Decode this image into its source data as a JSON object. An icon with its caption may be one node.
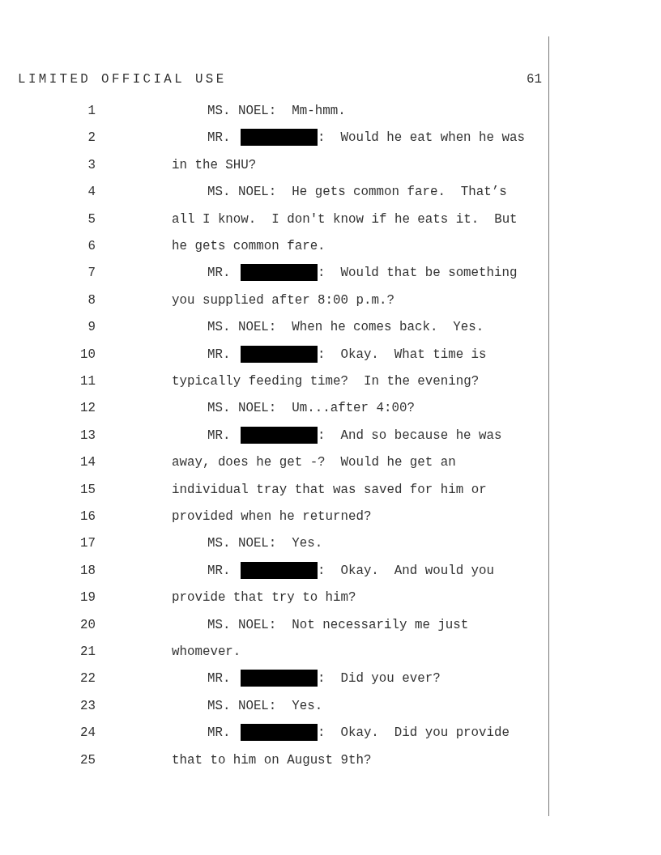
{
  "diagram": {
    "labels": [
      "LIMITED OFFICIAL USE",
      "61",
      "1",
      "MS. NOEL:  Mm-hmm.",
      "2",
      "MR.",
      ":  Would he eat when he was",
      "3",
      "in the SHU?",
      "4",
      "MS. NOEL:  He gets common fare.  That’s",
      "5",
      "all I know.  I don't know if he eats it.  But",
      "6",
      "he gets common fare.",
      "7",
      "MR.",
      ":  Would that be something",
      "8",
      "you supplied after 8:00 p.m.?",
      "9",
      "MS. NOEL:  When he comes back.  Yes.",
      "10",
      "MR.",
      ":  Okay.  What time is",
      "11",
      "typically feeding time?  In the evening?",
      "12",
      "MS. NOEL:  Um...after 4:00?",
      "13",
      "MR.",
      ":  And so because he was",
      "14",
      "away, does he get -?  Would he get an",
      "15",
      "individual tray that was saved for him or",
      "16",
      "provided when he returned?",
      "17",
      "MS. NOEL:  Yes.",
      "18",
      "MR.",
      ":  Okay.  And would you",
      "19",
      "provide that try to him?",
      "20",
      "MS. NOEL:  Not necessarily me just",
      "21",
      "whomever.",
      "22",
      "MR.",
      ":  Did you ever?",
      "23",
      "MS. NOEL:  Yes.",
      "24",
      "MR.",
      ":  Okay.  Did you provide",
      "25",
      "that to him on August 9th?"
    ]
  }
}
